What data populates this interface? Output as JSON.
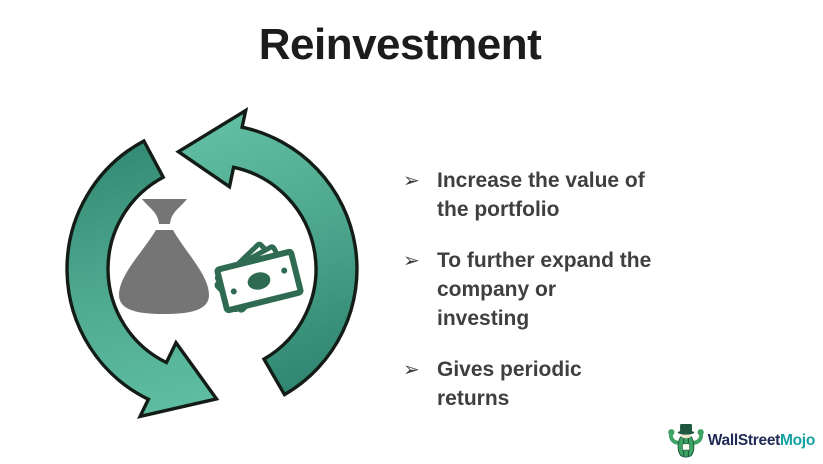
{
  "title": {
    "text": "Reinvestment"
  },
  "bullets": {
    "marker": "➢",
    "items": [
      {
        "label": "Increase the value of the portfolio"
      },
      {
        "label": "To further expand the company or investing"
      },
      {
        "label": "Gives periodic returns"
      }
    ]
  },
  "diagram": {
    "description": "Two teal curved arrows forming a counterclockwise cycle around a money bag and cash",
    "icons": [
      "cycle-arrow-right",
      "cycle-arrow-left",
      "money-bag-icon",
      "cash-icon"
    ]
  },
  "logo": {
    "brand_first": "WallStreet",
    "brand_second": "Mojo",
    "mascot_icon": "wallstreetmojo-mascot"
  },
  "colors": {
    "background": "#ffffff",
    "title": "#1c1c1c",
    "bullet-text": "#3f3f3f",
    "arrow-dark": "#2f8570",
    "arrow-mid": "#4fa98f",
    "arrow-light": "#63c0a5",
    "arrow-outline": "#131d16",
    "money-bag": "#757575",
    "cash-green": "#2e6b52",
    "brand-navy": "#1f2a55",
    "brand-teal": "#14a2a0",
    "mascot-green": "#3fa463",
    "mascot-hat": "#1d5740"
  }
}
